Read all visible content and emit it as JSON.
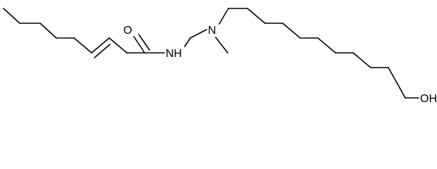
{
  "atoms": {
    "carbonyl_oxygen": "O",
    "amide_nitrogen": "NH",
    "amine_nitrogen": "N",
    "hydroxyl": "OH"
  },
  "colors": {
    "bond": "#000000",
    "label": "#000000",
    "background": "#ffffff"
  }
}
